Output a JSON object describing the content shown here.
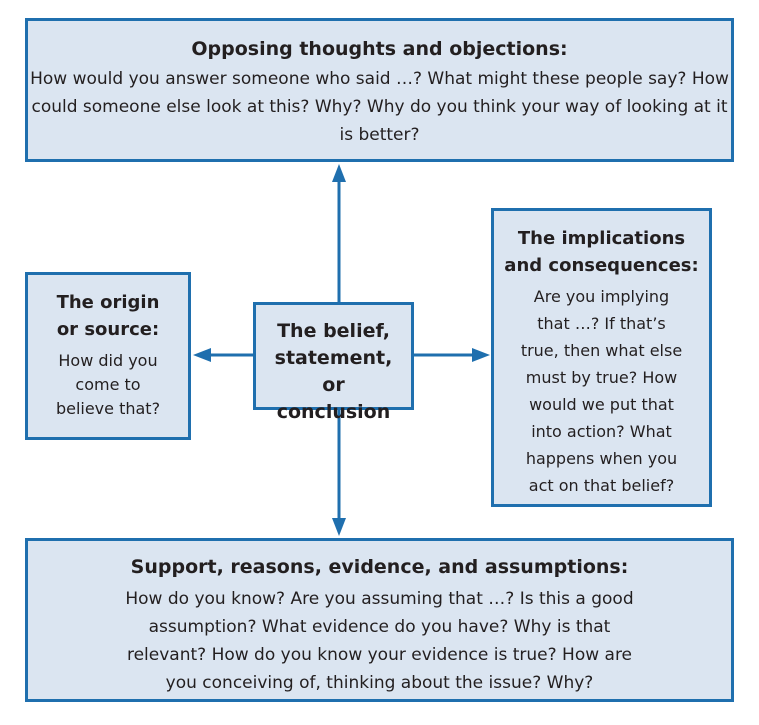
{
  "boxes": {
    "top": {
      "title": "Opposing thoughts and objections:",
      "body": "How would you answer someone who said …? What might these people say? How could someone else look at this? Why? Why do you think your way of looking at it is better?"
    },
    "left": {
      "title": "The origin or source:",
      "body": "How did you come to believe that?"
    },
    "center": {
      "title": "The belief, statement, or conclusion"
    },
    "right": {
      "title": "The implications and consequences:",
      "body": "Are you implying that …? If that’s true, then what else must by true? How would we put that into action? What happens when you act on that belief?"
    },
    "bottom": {
      "title": "Support, reasons, evidence, and assumptions:",
      "body": "How do you know? Are you assuming that …? Is this a good assumption? What evidence do you have? Why is that relevant? How do you know your evidence is true? How are you conceiving of, thinking about the issue? Why?"
    }
  },
  "colors": {
    "box_fill": "#dbe5f1",
    "box_border": "#1f6fae",
    "arrow": "#1f6fae",
    "text": "#231f20"
  }
}
